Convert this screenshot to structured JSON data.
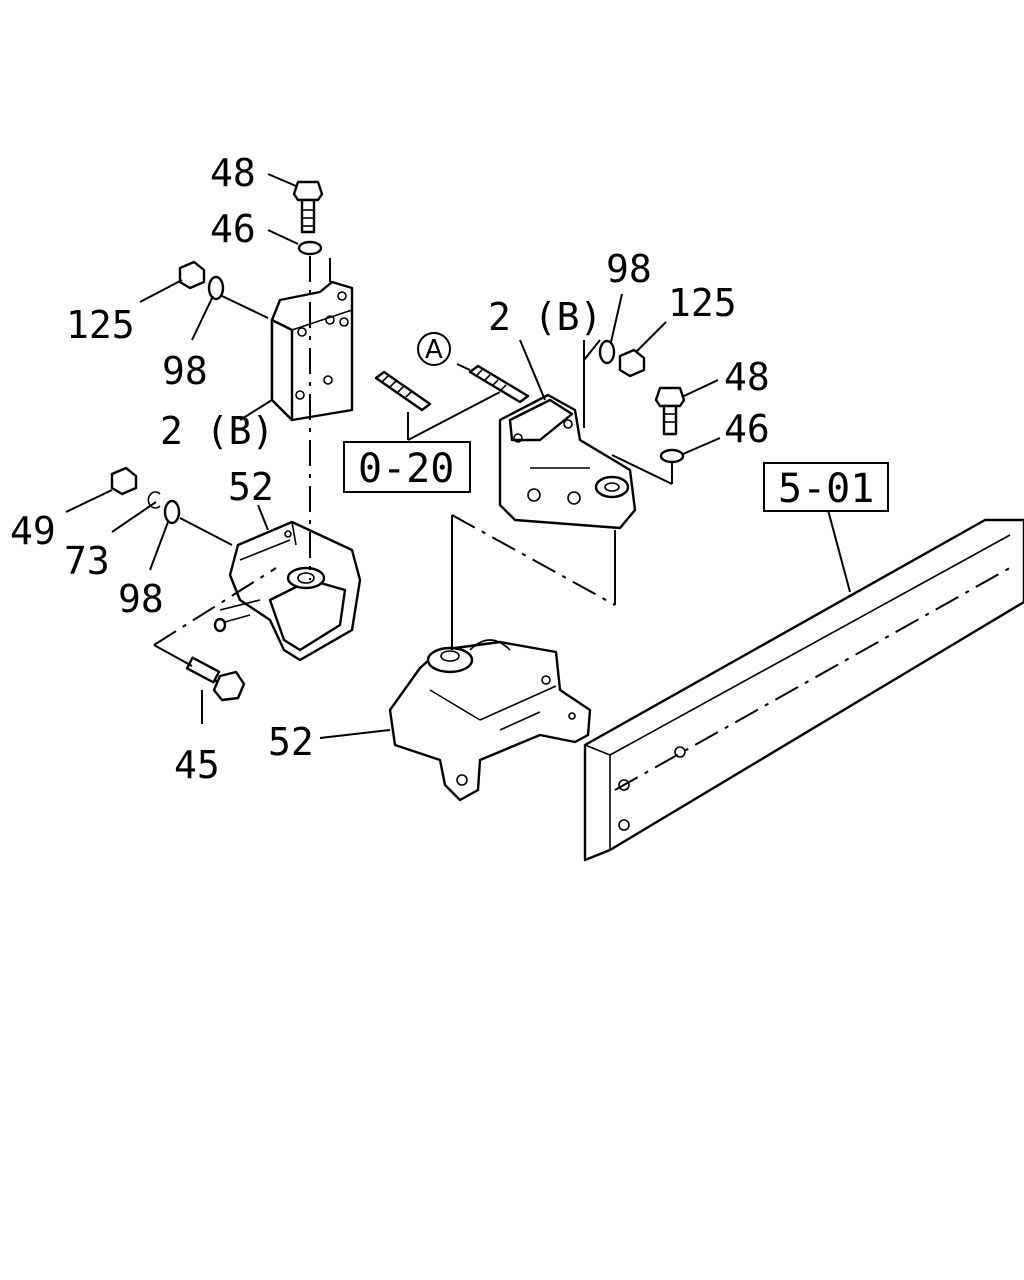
{
  "labels": {
    "l48a": "48",
    "l46a": "46",
    "l125a": "125",
    "l98a": "98",
    "l2Ba": "2 (B)",
    "l49": "49",
    "l73": "73",
    "l98b": "98",
    "l52a": "52",
    "l45": "45",
    "l52b": "52",
    "l2Bb": "2 (B)",
    "l98c": "98",
    "l125b": "125",
    "l48b": "48",
    "l46b": "46",
    "circleA": "A",
    "ref020": "0-20",
    "ref501": "5-01"
  }
}
